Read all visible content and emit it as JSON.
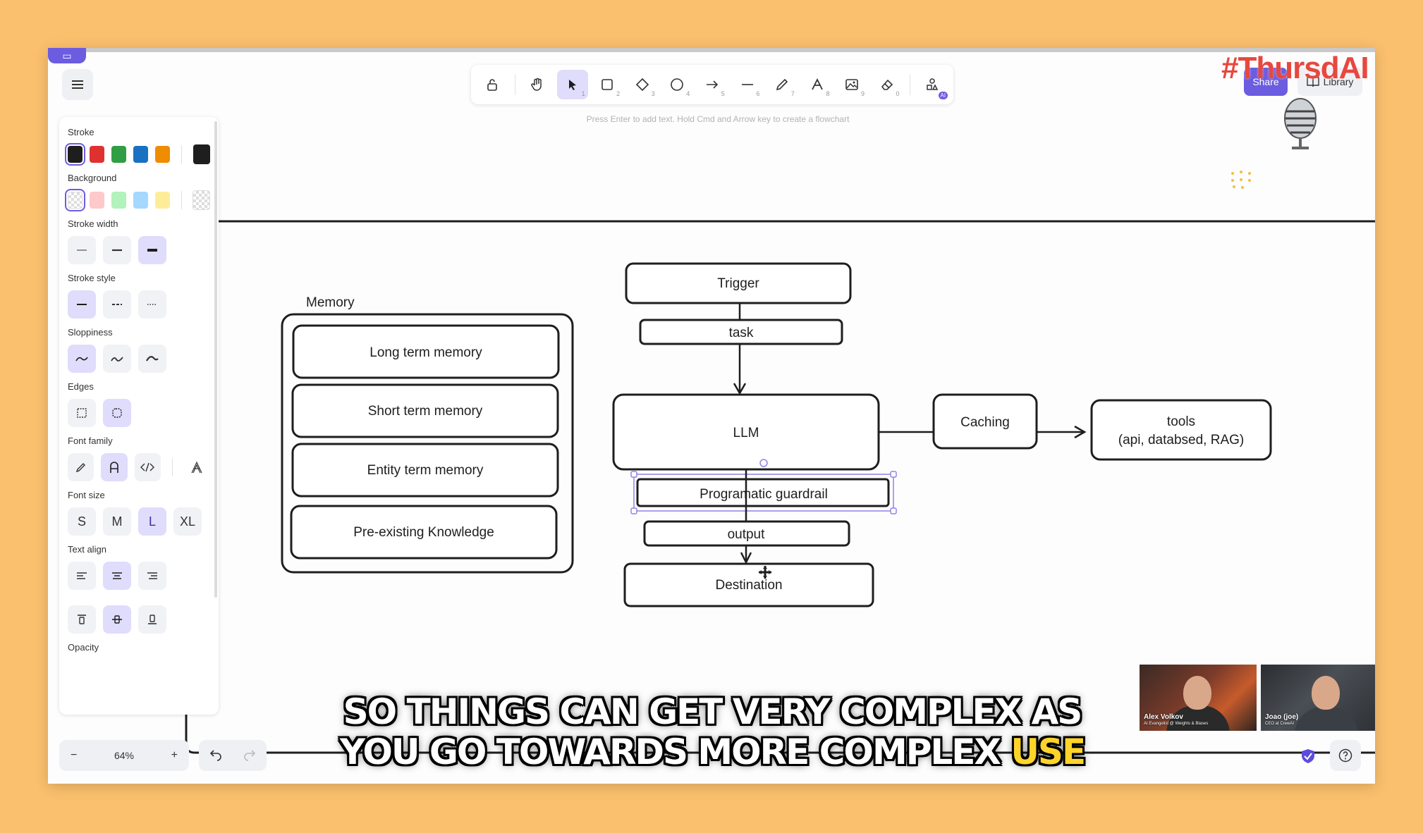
{
  "toolbar": {
    "tools": [
      {
        "name": "lock",
        "key": ""
      },
      {
        "name": "hand",
        "key": ""
      },
      {
        "name": "selection",
        "key": "1"
      },
      {
        "name": "rectangle",
        "key": "2"
      },
      {
        "name": "diamond",
        "key": "3"
      },
      {
        "name": "ellipse",
        "key": "4"
      },
      {
        "name": "arrow",
        "key": "5"
      },
      {
        "name": "line",
        "key": "6"
      },
      {
        "name": "draw",
        "key": "7"
      },
      {
        "name": "text",
        "key": "8"
      },
      {
        "name": "image",
        "key": "9"
      },
      {
        "name": "eraser",
        "key": "0"
      }
    ],
    "ai_badge": "AI",
    "hint": "Press Enter to add text. Hold Cmd and Arrow key to create a flowchart"
  },
  "header": {
    "share_label": "Share",
    "library_label": "Library",
    "hashtag": "#ThursdAI"
  },
  "props": {
    "stroke_label": "Stroke",
    "stroke_colors": [
      "#1e1e1e",
      "#e03131",
      "#2f9e44",
      "#1971c2",
      "#f08c00"
    ],
    "stroke_current": "#1e1e1e",
    "background_label": "Background",
    "background_colors": [
      "transparent",
      "#ffc9c9",
      "#b2f2bb",
      "#a5d8ff",
      "#ffec99"
    ],
    "stroke_width_label": "Stroke width",
    "stroke_style_label": "Stroke style",
    "sloppiness_label": "Sloppiness",
    "edges_label": "Edges",
    "font_family_label": "Font family",
    "font_size_label": "Font size",
    "font_sizes": [
      "S",
      "M",
      "L",
      "XL"
    ],
    "text_align_label": "Text align",
    "opacity_label": "Opacity"
  },
  "footer": {
    "zoom": "64%",
    "zoom_out": "−",
    "zoom_in": "+"
  },
  "diagram": {
    "memory_title": "Memory",
    "memory_items": [
      "Long term memory",
      "Short term memory",
      "Entity term memory",
      "Pre-existing Knowledge"
    ],
    "trigger": "Trigger",
    "task": "task",
    "llm": "LLM",
    "caching": "Caching",
    "tools_line1": "tools",
    "tools_line2": "(api, databsed, RAG)",
    "guardrail": "Programatic guardrail",
    "output": "output",
    "destination": "Destination"
  },
  "video": {
    "person1_name": "Alex Volkov",
    "person1_title": "AI Evangelist @ Weights & Biases",
    "person2_name": "Joao (joe)",
    "person2_title": "CEO at CrewAI"
  },
  "caption": {
    "line1": "SO THINGS CAN GET VERY COMPLEX AS",
    "line2": "YOU GO TOWARDS MORE COMPLEX",
    "highlight": "USE"
  },
  "colors": {
    "accent": "#6b5ce0",
    "selection": "#e0dcfb",
    "hashtag": "#e8473f",
    "caption_highlight": "#ffd42a"
  }
}
